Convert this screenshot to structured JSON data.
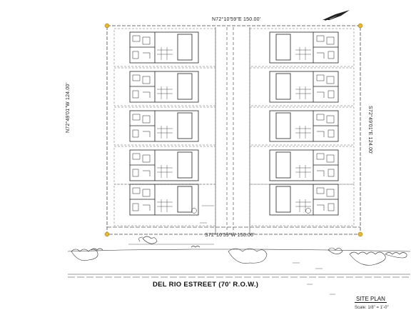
{
  "site_plan": {
    "bearings": {
      "north": "N72°10'59\"E  150.00'",
      "south": "S72°10'59\"W  150.00'",
      "west": "N72°49'01\"W  124.00'",
      "east": "S72°49'01\"E  124.00'"
    },
    "street_name": "DEL RIO ESTREET (70' R.O.W.)",
    "title": "SITE PLAN",
    "scale": "Scale: 1/8\" = 1'-0\"",
    "units_per_side": 5,
    "colors": {
      "line": "#333333",
      "corner_marker": "#e8b832",
      "background": "#ffffff"
    }
  }
}
